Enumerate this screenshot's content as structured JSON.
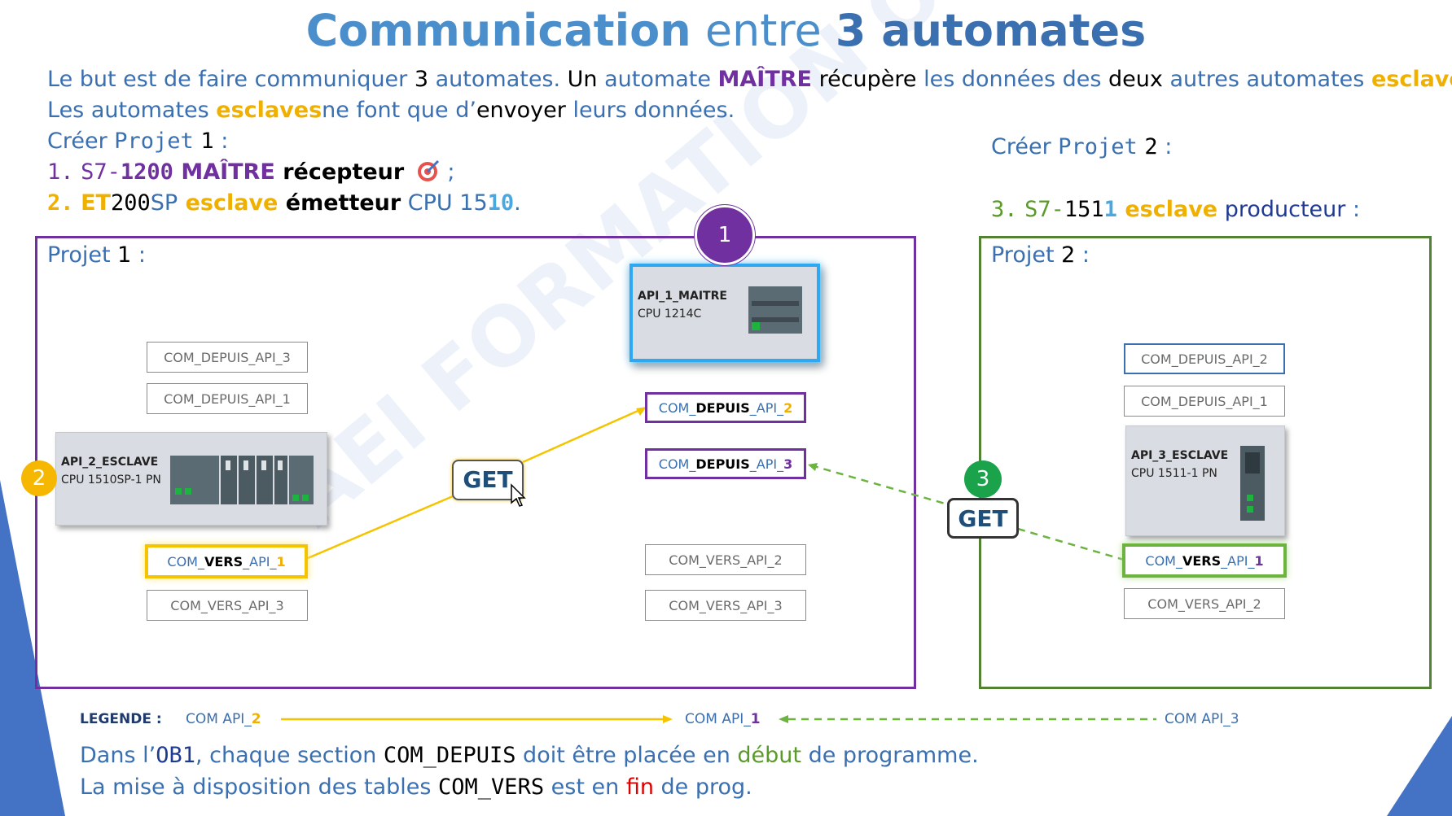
{
  "title": {
    "part1": "Communication",
    "part2": " entre ",
    "part3": "3 automates"
  },
  "intro": {
    "l1": [
      "Le but est de faire communiquer ",
      "3",
      " automates. ",
      "Un",
      " automate ",
      "MAÎTRE",
      " récupère",
      " les données des ",
      "deux",
      " autres automates ",
      "esclaves",
      "."
    ],
    "l2": [
      "Les automates ",
      "esclaves",
      "ne font que d’",
      "envoyer",
      " leurs données."
    ]
  },
  "create1": {
    "label": "Créer",
    "proj": "Projet",
    "num": "1",
    "colon": " :"
  },
  "create2": {
    "label": "Créer",
    "proj": "Projet",
    "num": "2",
    "colon": " :"
  },
  "item1": {
    "num": "1.",
    "model_a": "S7-",
    "model_b": "1200",
    "role": " MAÎTRE",
    "desc": " récepteur",
    "icon": "target-icon",
    "end": " ;"
  },
  "item2": {
    "num": "2.",
    "model_a": "ET",
    "model_b": "200",
    "model_c": "SP",
    "role": " esclave",
    "desc": " émetteur",
    "cpu": " CPU 15",
    "cpu_b": "10",
    "end": "."
  },
  "item3": {
    "num": "3.",
    "model_a": "S7-",
    "model_b": "151",
    "model_c": "1",
    "role": " esclave",
    "desc": " producteur",
    "end": " :"
  },
  "project1": {
    "label": "Projet",
    "num": "1",
    "colon": " :"
  },
  "project2": {
    "label": "Projet",
    "num": "2",
    "colon": " :"
  },
  "devices": {
    "api1": {
      "name": "API_1_MAITRE",
      "cpu": "CPU 1214C"
    },
    "api2": {
      "name": "API_2_ESCLAVE",
      "cpu": "CPU 1510SP-1 PN"
    },
    "api3": {
      "name": "API_3_ESCLAVE",
      "cpu": "CPU 1511-1 PN"
    }
  },
  "blocks_p1_left": {
    "b1": "COM_DEPUIS_API_3",
    "b2": "COM_DEPUIS_API_1",
    "b3": {
      "a": "COM_",
      "b": "VERS",
      "c": "_API_",
      "d": "1"
    },
    "b4": "COM_VERS_API_3"
  },
  "blocks_p1_right": {
    "b1": {
      "a": "COM_",
      "b": "DEPUIS",
      "c": "_API_",
      "d": "2"
    },
    "b2": {
      "a": "COM_",
      "b": "DEPUIS",
      "c": "_API_",
      "d": "3"
    },
    "b3": "COM_VERS_API_2",
    "b4": "COM_VERS_API_3"
  },
  "blocks_p2": {
    "b1": "COM_DEPUIS_API_2",
    "b2": "COM_DEPUIS_API_1",
    "b3": {
      "a": "COM_",
      "b": "VERS",
      "c": "_API_",
      "d": "1"
    },
    "b4": "COM_VERS_API_2"
  },
  "badges": {
    "b1": "1",
    "b2": "2",
    "b3": "3"
  },
  "get": {
    "g1": "GET",
    "g2": "GET"
  },
  "legend": {
    "label": "LEGENDE :",
    "c2a": "COM API_",
    "c2b": "2",
    "c1a": "COM API_",
    "c1b": "1",
    "c3": "COM API_3"
  },
  "bottom": {
    "l1": [
      "Dans l’",
      "OB1",
      ", chaque section ",
      "COM_DEPUIS",
      " doit être placée en ",
      "début",
      " de programme."
    ],
    "l2": [
      "La mise à disposition des tables ",
      "COM_VERS",
      " est en ",
      "fin",
      " de prog."
    ]
  },
  "watermark": "AEI FORMATION OUEST",
  "colors": {
    "purple": "#7030a0",
    "green": "#548235",
    "yellow": "#f5c400",
    "blue": "#3a6fb0",
    "red": "#e00000"
  }
}
